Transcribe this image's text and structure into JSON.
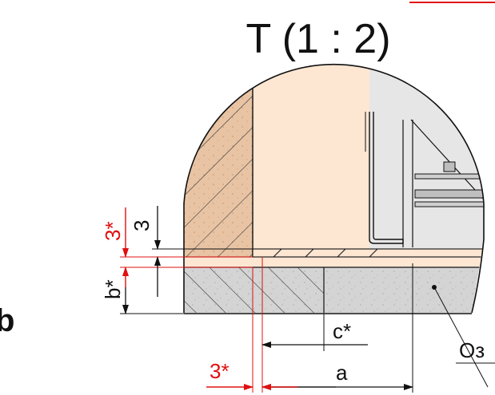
{
  "view_title": "T (1 : 2)",
  "dimensions": {
    "three_red_vertical": "3*",
    "three_black": "3",
    "b_star": "b*",
    "c_star": "c*",
    "three_red_bottom": "3*",
    "a": "a"
  },
  "callout_label": "Оз",
  "edge_letter": "b",
  "colors": {
    "red_dimension": "#e01010",
    "wood_fill": "#e8c4a4",
    "cladding_fill": "#fde6d2",
    "concrete_fill": "#d4d4d4",
    "interior_fill": "#e6e6e6",
    "line": "#111111"
  }
}
